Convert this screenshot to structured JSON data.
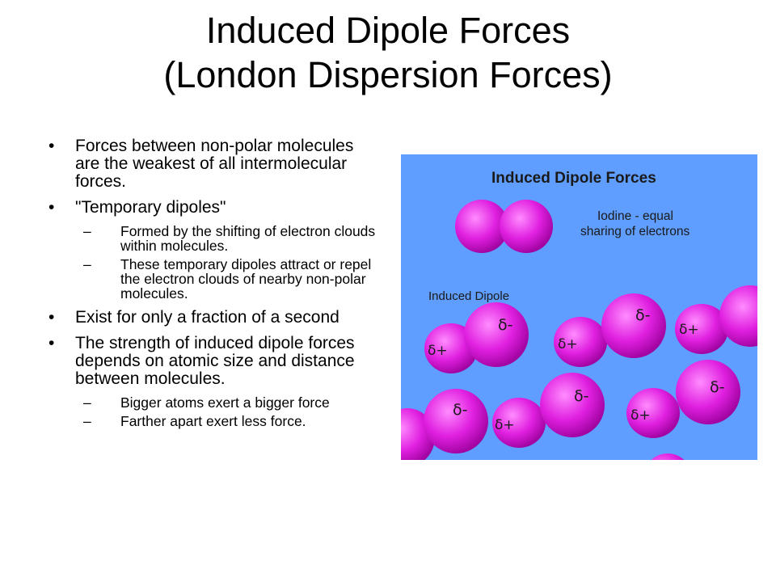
{
  "slide": {
    "title_line1": "Induced Dipole Forces",
    "title_line2": "(London Dispersion Forces)",
    "bullets": [
      {
        "text": "Forces between non-polar molecules are the weakest of all intermolecular forces.",
        "subs": []
      },
      {
        "text": "\"Temporary dipoles\"",
        "subs": [
          "Formed by the shifting of electron clouds within molecules.",
          "These temporary dipoles attract or repel the electron clouds of nearby non-polar molecules."
        ]
      },
      {
        "text": "Exist for only a fraction of a second",
        "subs": []
      },
      {
        "text": "The strength of induced dipole forces depends on atomic size and distance between molecules.",
        "subs": [
          "Bigger atoms exert a bigger force",
          "Farther apart exert less force."
        ]
      }
    ],
    "bullet_marker": "•",
    "sub_marker": "–"
  },
  "figure": {
    "title": "Induced Dipole Forces",
    "caption_line1": "Iodine - equal",
    "caption_line2": "sharing of electrons",
    "induced_label": "Induced Dipole",
    "delta_minus": "δ-",
    "delta_plus": "δ+",
    "colors": {
      "background": "#5f9dff",
      "molecule": "#e020e0",
      "molecule_highlight": "#ff8cff",
      "molecule_shadow": "#9a009a",
      "text": "#1a1a1a"
    }
  }
}
